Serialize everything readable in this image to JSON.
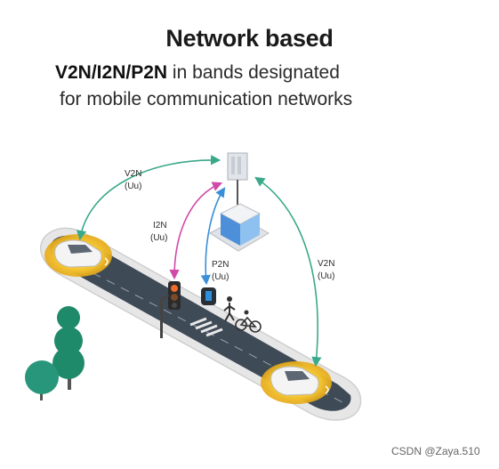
{
  "header": {
    "title": "Network based",
    "subtitle_bold": "V2N/I2N/P2N",
    "subtitle_rest": " in bands designated",
    "subtitle_line2": "for mobile communication networks"
  },
  "labels": {
    "v2n_left": "V2N",
    "v2n_left_sub": "(Uu)",
    "i2n": "I2N",
    "i2n_sub": "(Uu)",
    "p2n": "P2N",
    "p2n_sub": "(Uu)",
    "v2n_right": "V2N",
    "v2n_right_sub": "(Uu)"
  },
  "watermark": "CSDN @Zaya.510",
  "colors": {
    "v2n_arrow": "#3aa88a",
    "i2n_arrow": "#d14aa8",
    "p2n_arrow": "#3a8fd6",
    "road_glow": "#f2c230",
    "tree": "#1f8a6a"
  },
  "icons": [
    "car-icon",
    "cell-tower-icon",
    "server-building-icon",
    "traffic-light-icon",
    "smartphone-icon",
    "pedestrian-icon",
    "bicycle-icon",
    "tree-icon"
  ]
}
